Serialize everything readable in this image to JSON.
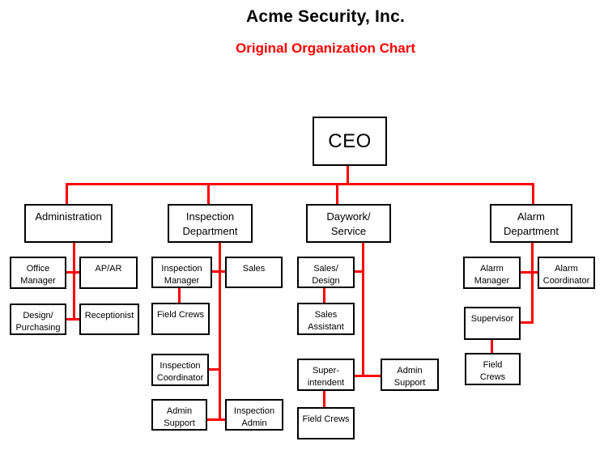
{
  "header": {
    "title": "Acme Security, Inc.",
    "subtitle": "Original Organization Chart"
  },
  "colors": {
    "connector": "#ff0000",
    "subtitle": "#ff0000",
    "border": "#000000",
    "title": "#000000"
  },
  "diagram_type": "org-chart",
  "nodes": {
    "ceo": {
      "label": "CEO",
      "reports_to": null
    },
    "administration": {
      "label": "Administration",
      "reports_to": "ceo"
    },
    "inspection_department": {
      "label": "Inspection\nDepartment",
      "reports_to": "ceo"
    },
    "daywork_service": {
      "label": "Daywork/\nService",
      "reports_to": "ceo"
    },
    "alarm_department": {
      "label": "Alarm\nDepartment",
      "reports_to": "ceo"
    },
    "office_manager": {
      "label": "Office\nManager",
      "reports_to": "administration"
    },
    "ap_ar": {
      "label": "AP/AR",
      "reports_to": "administration"
    },
    "design_purchasing": {
      "label": "Design/\nPurchasing",
      "reports_to": "administration"
    },
    "receptionist": {
      "label": "Receptionist",
      "reports_to": "administration"
    },
    "inspection_manager": {
      "label": "Inspection\nManager",
      "reports_to": "inspection_department"
    },
    "sales": {
      "label": "Sales",
      "reports_to": "inspection_department"
    },
    "field_crews_inspection": {
      "label": "Field Crews",
      "reports_to": "inspection_manager"
    },
    "inspection_coordinator": {
      "label": "Inspection\nCoordinator",
      "reports_to": "inspection_department"
    },
    "admin_support_inspection": {
      "label": "Admin\nSupport",
      "reports_to": "inspection_department"
    },
    "inspection_admin": {
      "label": "Inspection\nAdmin",
      "reports_to": "inspection_department"
    },
    "sales_design": {
      "label": "Sales/\nDesign",
      "reports_to": "daywork_service"
    },
    "sales_assistant": {
      "label": "Sales\nAssistant",
      "reports_to": "sales_design"
    },
    "superintendent": {
      "label": "Super-\nintendent",
      "reports_to": "daywork_service"
    },
    "admin_support_daywork": {
      "label": "Admin\nSupport",
      "reports_to": "daywork_service"
    },
    "field_crews_daywork": {
      "label": "Field Crews",
      "reports_to": "superintendent"
    },
    "alarm_manager": {
      "label": "Alarm\nManager",
      "reports_to": "alarm_department"
    },
    "alarm_coordinator": {
      "label": "Alarm\nCoordinator",
      "reports_to": "alarm_department"
    },
    "supervisor": {
      "label": "Supervisor",
      "reports_to": "alarm_department"
    },
    "field_crews_alarm": {
      "label": "Field\nCrews",
      "reports_to": "supervisor"
    }
  }
}
